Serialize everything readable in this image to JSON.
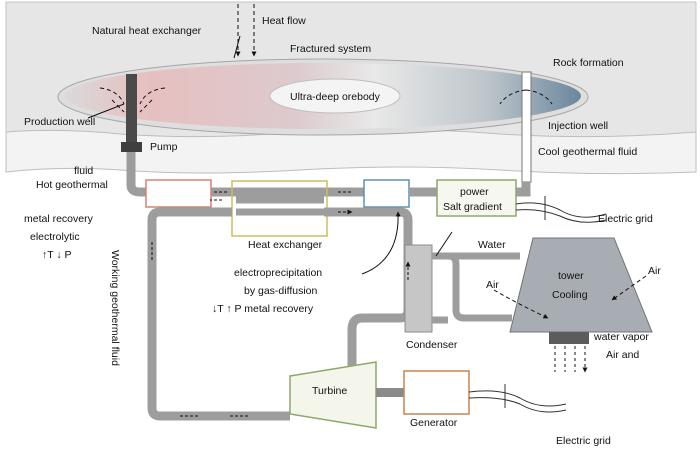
{
  "labels": {
    "natural_heat_exchanger": "Natural heat exchanger",
    "heat_flow": "Heat flow",
    "fractured_system": "Fractured system",
    "rock_formation": "Rock formation",
    "ultra_deep_orebody": "Ultra-deep orebody",
    "production_well": "Production well",
    "injection_well": "Injection well",
    "pump": "Pump",
    "cool_geothermal_fluid": "Cool geothermal fluid",
    "hot_geothermal_fluid_1": "Hot geothermal",
    "hot_geothermal_fluid_2": "fluid",
    "salt_gradient_power_1": "Salt gradient",
    "salt_gradient_power_2": "power",
    "electric_grid_top": "Electric grid",
    "metal_recovery_electrolytic_1": "metal recovery",
    "metal_recovery_electrolytic_2": "electrolytic",
    "metal_recovery_electrolytic_3": "↑T ↓ P",
    "heat_exchanger": "Heat exchanger",
    "water": "Water",
    "working_geothermal_fluid": "Working geothermal fluid",
    "electroprecipitation_1": "electroprecipitation",
    "electroprecipitation_2": "by gas-diffusion",
    "electroprecipitation_3": "↓T ↑ P metal recovery",
    "air_left": "Air",
    "cooling_tower_1": "Cooling",
    "cooling_tower_2": "tower",
    "air_right": "Air",
    "condenser": "Condenser",
    "air_and_water_vapor_1": "Air and",
    "air_and_water_vapor_2": "water vapor",
    "turbine": "Turbine",
    "generator": "Generator",
    "electric_grid_bottom": "Electric grid"
  },
  "colors": {
    "rock": "#e5e5e5",
    "rock_edge": "#c4c4c4",
    "ground_band": "#f2f2f2",
    "pipe": "#9d9d9d",
    "pipe_dark": "#555555",
    "well_dark": "#4a4a4a",
    "box_red": "#d8826e",
    "box_yellow": "#cdbd5c",
    "box_blue": "#5b8fb6",
    "box_green": "#8ea86a",
    "box_orange": "#c9834e",
    "cooling_tower": "#a8adb3",
    "condenser": "#c6c6c6",
    "turbine_fill": "#f4f6ec",
    "orebody_pink": "#e8bcbc",
    "orebody_blue": "#5d7e96"
  }
}
